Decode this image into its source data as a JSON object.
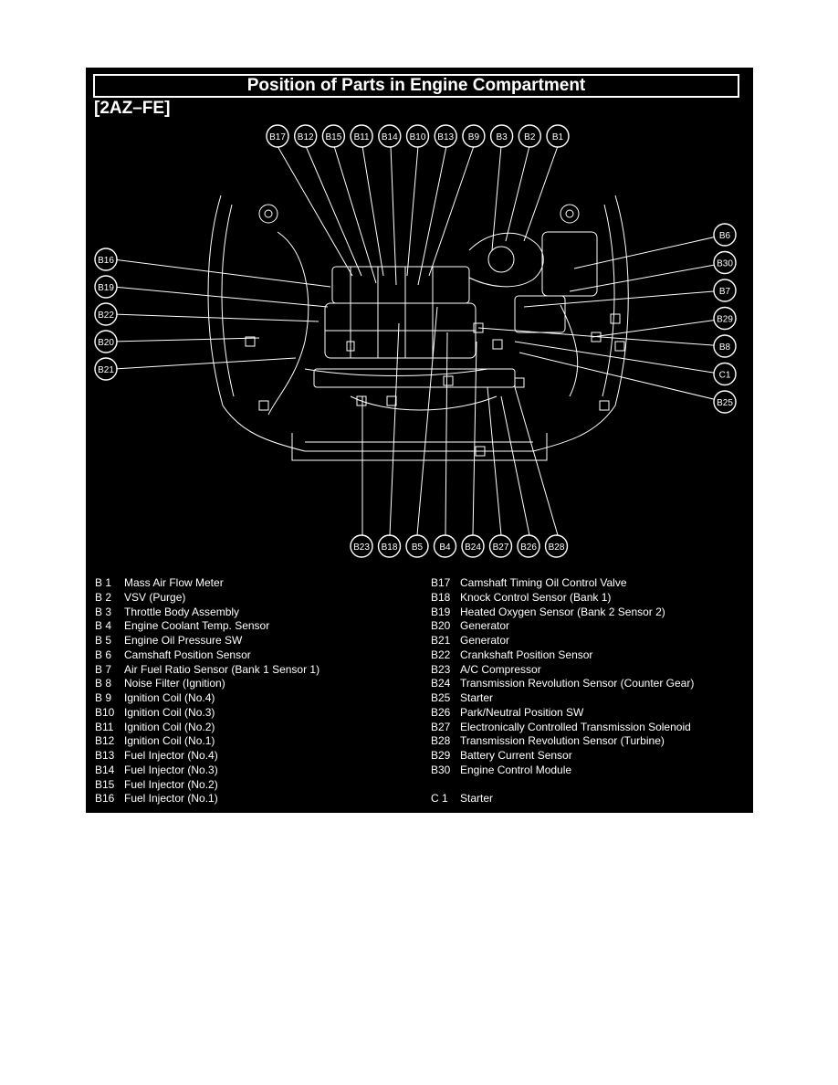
{
  "title": "Position of Parts in Engine Compartment",
  "engine": "[2AZ–FE]",
  "callouts": {
    "top": [
      "B17",
      "B12",
      "B15",
      "B11",
      "B14",
      "B10",
      "B13",
      "B9",
      "B3",
      "B2",
      "B1"
    ],
    "left": [
      "B16",
      "B19",
      "B22",
      "B20",
      "B21"
    ],
    "right": [
      "B6",
      "B30",
      "B7",
      "B29",
      "B8",
      "C1",
      "B25"
    ],
    "bottom": [
      "B23",
      "B18",
      "B5",
      "B4",
      "B24",
      "B27",
      "B26",
      "B28"
    ]
  },
  "legend_left": [
    {
      "code": "B  1",
      "name": "Mass Air Flow Meter"
    },
    {
      "code": "B  2",
      "name": "VSV (Purge)"
    },
    {
      "code": "B  3",
      "name": "Throttle Body Assembly"
    },
    {
      "code": "B  4",
      "name": "Engine Coolant Temp. Sensor"
    },
    {
      "code": "B  5",
      "name": "Engine Oil Pressure SW"
    },
    {
      "code": "B  6",
      "name": "Camshaft Position Sensor"
    },
    {
      "code": "B  7",
      "name": "Air Fuel Ratio Sensor (Bank 1 Sensor 1)"
    },
    {
      "code": "B  8",
      "name": "Noise Filter (Ignition)"
    },
    {
      "code": "B  9",
      "name": "Ignition Coil (No.4)"
    },
    {
      "code": "B10",
      "name": "Ignition Coil (No.3)"
    },
    {
      "code": "B11",
      "name": "Ignition Coil (No.2)"
    },
    {
      "code": "B12",
      "name": "Ignition Coil (No.1)"
    },
    {
      "code": "B13",
      "name": "Fuel Injector (No.4)"
    },
    {
      "code": "B14",
      "name": "Fuel Injector (No.3)"
    },
    {
      "code": "B15",
      "name": "Fuel Injector (No.2)"
    },
    {
      "code": "B16",
      "name": "Fuel Injector (No.1)"
    }
  ],
  "legend_right": [
    {
      "code": "B17",
      "name": "Camshaft Timing Oil Control Valve"
    },
    {
      "code": "B18",
      "name": "Knock Control Sensor (Bank 1)"
    },
    {
      "code": "B19",
      "name": "Heated Oxygen Sensor (Bank 2 Sensor 2)"
    },
    {
      "code": "B20",
      "name": "Generator"
    },
    {
      "code": "B21",
      "name": "Generator"
    },
    {
      "code": "B22",
      "name": "Crankshaft Position Sensor"
    },
    {
      "code": "B23",
      "name": "A/C Compressor"
    },
    {
      "code": "B24",
      "name": "Transmission Revolution Sensor (Counter Gear)"
    },
    {
      "code": "B25",
      "name": "Starter"
    },
    {
      "code": "B26",
      "name": "Park/Neutral Position SW"
    },
    {
      "code": "B27",
      "name": "Electronically Controlled Transmission Solenoid"
    },
    {
      "code": "B28",
      "name": "Transmission Revolution Sensor (Turbine)"
    },
    {
      "code": "B29",
      "name": "Battery Current Sensor"
    },
    {
      "code": "B30",
      "name": "Engine Control Module"
    },
    {
      "code": "",
      "name": ""
    },
    {
      "code": "C  1",
      "name": "Starter"
    }
  ]
}
